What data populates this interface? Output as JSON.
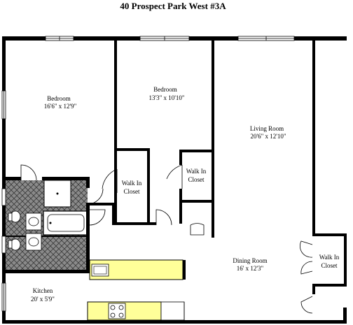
{
  "title": "40 Prospect Park West #3A",
  "colors": {
    "counter": "#ffff99",
    "bath_tile": "#888888",
    "wall": "#000000"
  },
  "rooms": {
    "bedroom1": {
      "name": "Bedroom",
      "dims": "16'6\" x 12'9\""
    },
    "bedroom2": {
      "name": "Bedroom",
      "dims": "13'3\" x 10'10\""
    },
    "living": {
      "name": "Living Room",
      "dims": "20'6\" x 12'10\""
    },
    "closet1": {
      "line1": "Walk In",
      "line2": "Closet"
    },
    "closet2": {
      "line1": "Walk In",
      "line2": "Closet"
    },
    "closet3": {
      "line1": "Walk In",
      "line2": "Closet"
    },
    "dining": {
      "name": "Dining Room",
      "dims": "16' x 12'3\""
    },
    "kitchen": {
      "name": "Kitchen",
      "dims": "20' x 5'9\""
    }
  }
}
